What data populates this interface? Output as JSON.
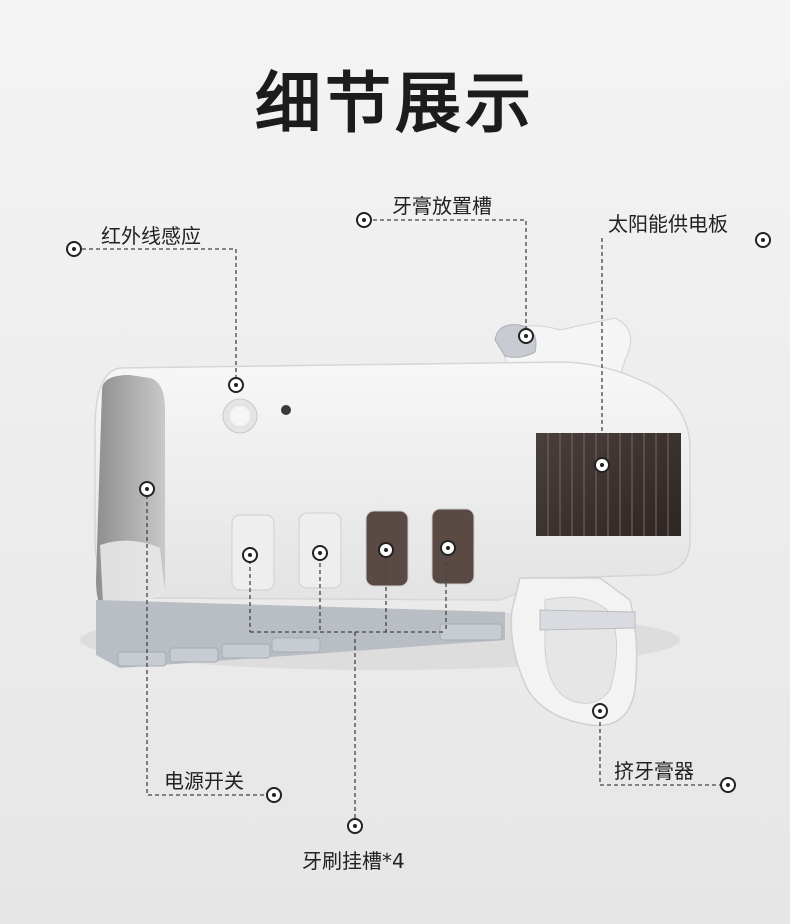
{
  "title": "细节展示",
  "callouts": {
    "infrared": "红外线感应",
    "toothpaste_slot": "牙膏放置槽",
    "solar_panel": "太阳能供电板",
    "power_switch": "电源开关",
    "brush_holder": "牙刷挂槽*4",
    "squeezer": "挤牙膏器"
  }
}
